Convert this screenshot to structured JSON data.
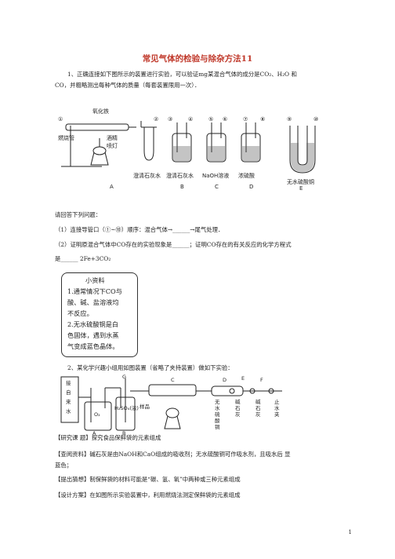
{
  "title": "常见气体的检验与除杂方法11",
  "q1": {
    "line1": "1、正确连接如下图所示的装置进行实验，可以验证mg某混合气体的成分是CO₂、H₂O 和",
    "line2": "CO，并粗略测出每种气体的质量（每套装置限用一次）．"
  },
  "fig1": {
    "markers": [
      "①",
      "②",
      "③",
      "④",
      "⑤",
      "⑥",
      "⑦",
      "⑧",
      "⑨",
      "⑩"
    ],
    "labels": {
      "ferric_oxide": "氧化铁",
      "combustion_tube": "燃烧管",
      "alcohol_lamp": "酒精",
      "alcohol_lamp2": "喷灯",
      "limewater_a": "澄清石灰水",
      "limewater_b": "澄清石灰水",
      "naoh": "NaOH溶液",
      "h2so4": "浓硫酸",
      "cuso4": "无水硫酸铜"
    },
    "letters": [
      "A",
      "B",
      "C",
      "D",
      "E"
    ]
  },
  "answer_prompt": "请回答下列问题：",
  "q1_parts": {
    "p1_a": "（1）连接导管口（①~⑩）顺序：混合气体→",
    "p1_blank": "______",
    "p1_b": "→尾气处理．",
    "p2_a": "（2）证明原混合气体中CO存在的实验现象是",
    "p2_blank": "______",
    "p2_b": "；证明CO存在的有关反应的化学方程式",
    "p2_c": "是",
    "p2_blank2": "______",
    "p2_eq": "2Fe+3CO₂"
  },
  "note": {
    "title": "小资料",
    "lines": [
      "1.通常情况下CO与",
      "酸、碱、盐溶液均",
      "不反应。",
      "2.无水硫酸铜是白",
      "色固体，遇到水蒸",
      "气变成蓝色晶体。"
    ]
  },
  "q2_intro": "2、某化学兴趣小组用如图装置（省略了夹持装置）做如下实验：",
  "fig2": {
    "tap_water": [
      "接",
      "自",
      "来",
      "水"
    ],
    "o2": "O₂",
    "h2so4": "H₂SO₄(浓)",
    "sample": "样品",
    "d_label": [
      "无",
      "水",
      "硫",
      "酸",
      "铜"
    ],
    "e_label": [
      "碱",
      "石",
      "灰"
    ],
    "f_label": [
      "碱",
      "石",
      "灰"
    ],
    "stop": [
      "止",
      "水",
      "夹"
    ],
    "letters": [
      "A",
      "B",
      "C",
      "D",
      "E",
      "F",
      "G"
    ]
  },
  "research": [
    {
      "tag": "【研究课 题】",
      "text": "探究食品保鲜袋的元素组成"
    },
    {
      "tag": "【查阅资料】",
      "text": "碱石灰是由NaOH和CaO组成的吸收剂；无水硫酸铜可作吸水剂，且吸水后 显"
    },
    {
      "tag": "",
      "text": "蓝色；"
    },
    {
      "tag": "【提出猜想】",
      "text": "制保鲜袋的材料可能是“碳、氢、氧”中两种或三种元素组成"
    },
    {
      "tag": "【设计方案】",
      "text": "在如图所示实验装置中，利用燃烧法测定保鲜袋的元素组成"
    }
  ],
  "page_number": "1"
}
